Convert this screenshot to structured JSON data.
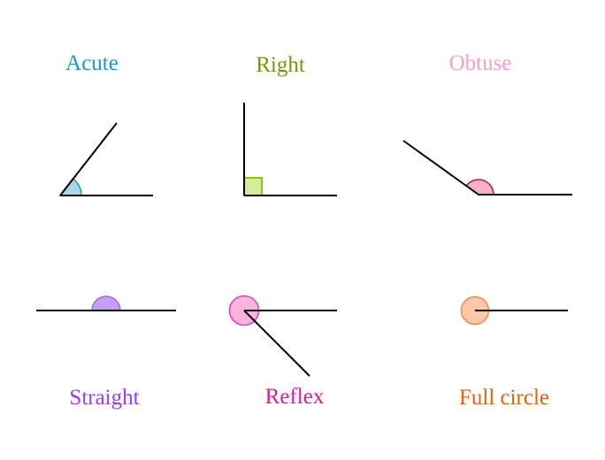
{
  "angles": [
    {
      "label": "Acute",
      "color": "#1a98c4",
      "fill": "#a8d8ea",
      "stroke": "#1a98c4"
    },
    {
      "label": "Right",
      "color": "#6f9a0c",
      "fill": "#d6eb9a",
      "stroke": "#8ec21a"
    },
    {
      "label": "Obtuse",
      "color": "#f4a0c6",
      "fill": "#f5b3c6",
      "stroke": "#c0163a"
    },
    {
      "label": "Straight",
      "color": "#9b3cf0",
      "fill": "#c3a0f8",
      "stroke": "#9b6ae0"
    },
    {
      "label": "Reflex",
      "color": "#e01a9b",
      "fill": "#fbb3e0",
      "stroke": "#e040a8"
    },
    {
      "label": "Full circle",
      "color": "#e8600c",
      "fill": "#fdc8a8",
      "stroke": "#f08a50"
    }
  ]
}
